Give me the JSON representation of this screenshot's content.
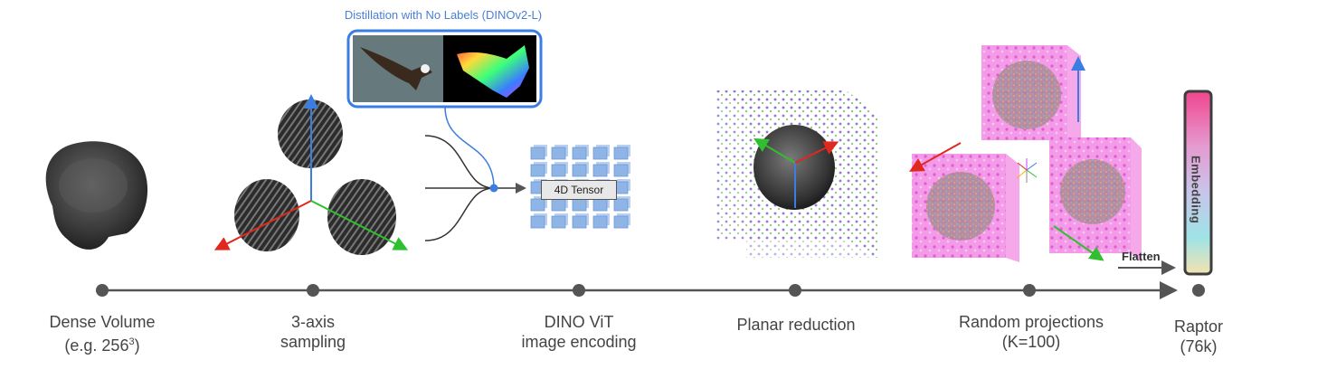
{
  "dino": {
    "title": "Distillation with No Labels (DINOv2-L)"
  },
  "tensor_label": "4D Tensor",
  "flatten_label": "Flatten",
  "embedding_label": "Embedding",
  "stages": [
    {
      "line1": "Dense Volume",
      "line2": "(e.g. 256",
      "line2_sup": "3",
      "line2_end": ")"
    },
    {
      "line1": "3-axis",
      "line2": "sampling"
    },
    {
      "line1": "DINO ViT",
      "line2": "image encoding"
    },
    {
      "line1": "Planar reduction",
      "line2": ""
    },
    {
      "line1": "Random projections",
      "line2": "(K=100)"
    },
    {
      "line1": "Raptor",
      "line2": "(76k)"
    }
  ],
  "colors": {
    "axis_blue": "#3b7de0",
    "axis_red": "#e0281e",
    "axis_green": "#2fbf2f",
    "timeline": "#555555",
    "tensor_cube": "#8fb4e6",
    "panel_border": "#3b7de0"
  }
}
